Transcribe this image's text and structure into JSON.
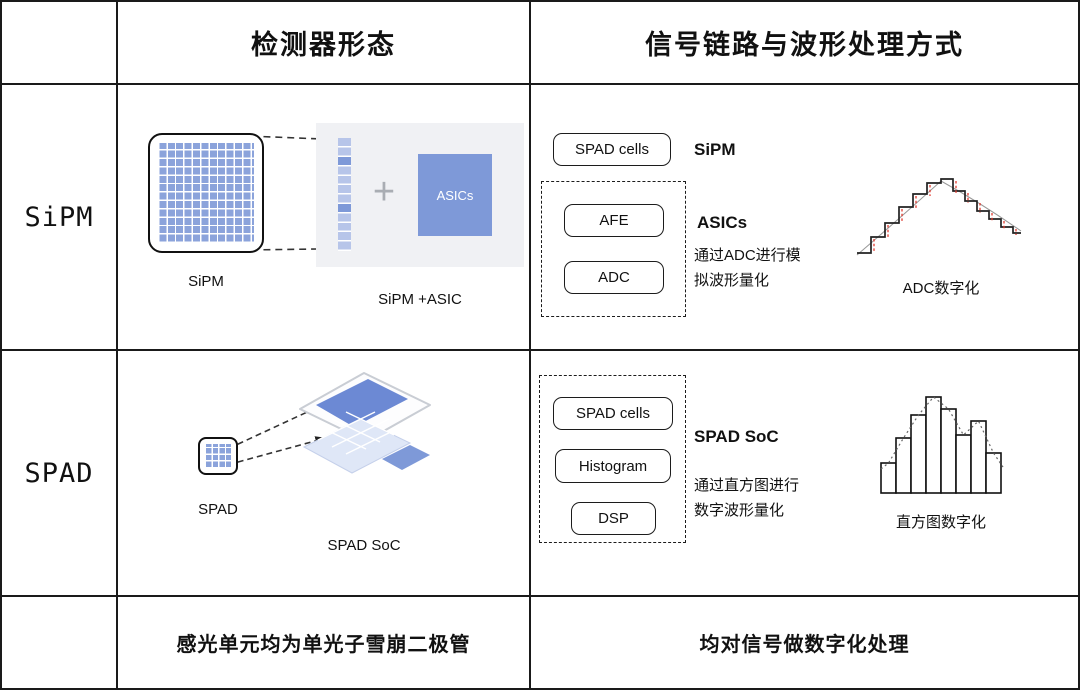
{
  "header": {
    "col_detector": "检测器形态",
    "col_signal": "信号链路与波形处理方式"
  },
  "rows": {
    "sipm": {
      "label": "SiPM",
      "detector": {
        "sipm_label": "SiPM",
        "plus": "+",
        "asic_chip_label": "ASICs",
        "combo_label": "SiPM +ASIC"
      },
      "signal": {
        "spad_cells": "SPAD cells",
        "sipm_tag": "SiPM",
        "afe": "AFE",
        "adc": "ADC",
        "asics_tag": "ASICs",
        "desc_line1": "通过ADC进行模",
        "desc_line2": "拟波形量化",
        "chart_label": "ADC数字化"
      }
    },
    "spad": {
      "label": "SPAD",
      "detector": {
        "spad_label": "SPAD",
        "soc_label": "SPAD SoC"
      },
      "signal": {
        "spad_cells": "SPAD cells",
        "histogram": "Histogram",
        "dsp": "DSP",
        "soc_tag": "SPAD SoC",
        "desc_line1": "通过直方图进行",
        "desc_line2": "数字波形量化",
        "chart_label": "直方图数字化"
      }
    }
  },
  "footer": {
    "detector": "感光单元均为单光子雪崩二极管",
    "signal": "均对信号做数字化处理"
  },
  "colors": {
    "border_black": "#1a1a1a",
    "grid_blue": "#8ba3db",
    "strip_blue": "#b7c5e9",
    "chip_blue": "#7e99d8",
    "panel_gray": "#f0f1f4",
    "die_blue": "#6c89d4",
    "plate_blue": "#dfe7f7",
    "accent_red": "#e03b30"
  }
}
